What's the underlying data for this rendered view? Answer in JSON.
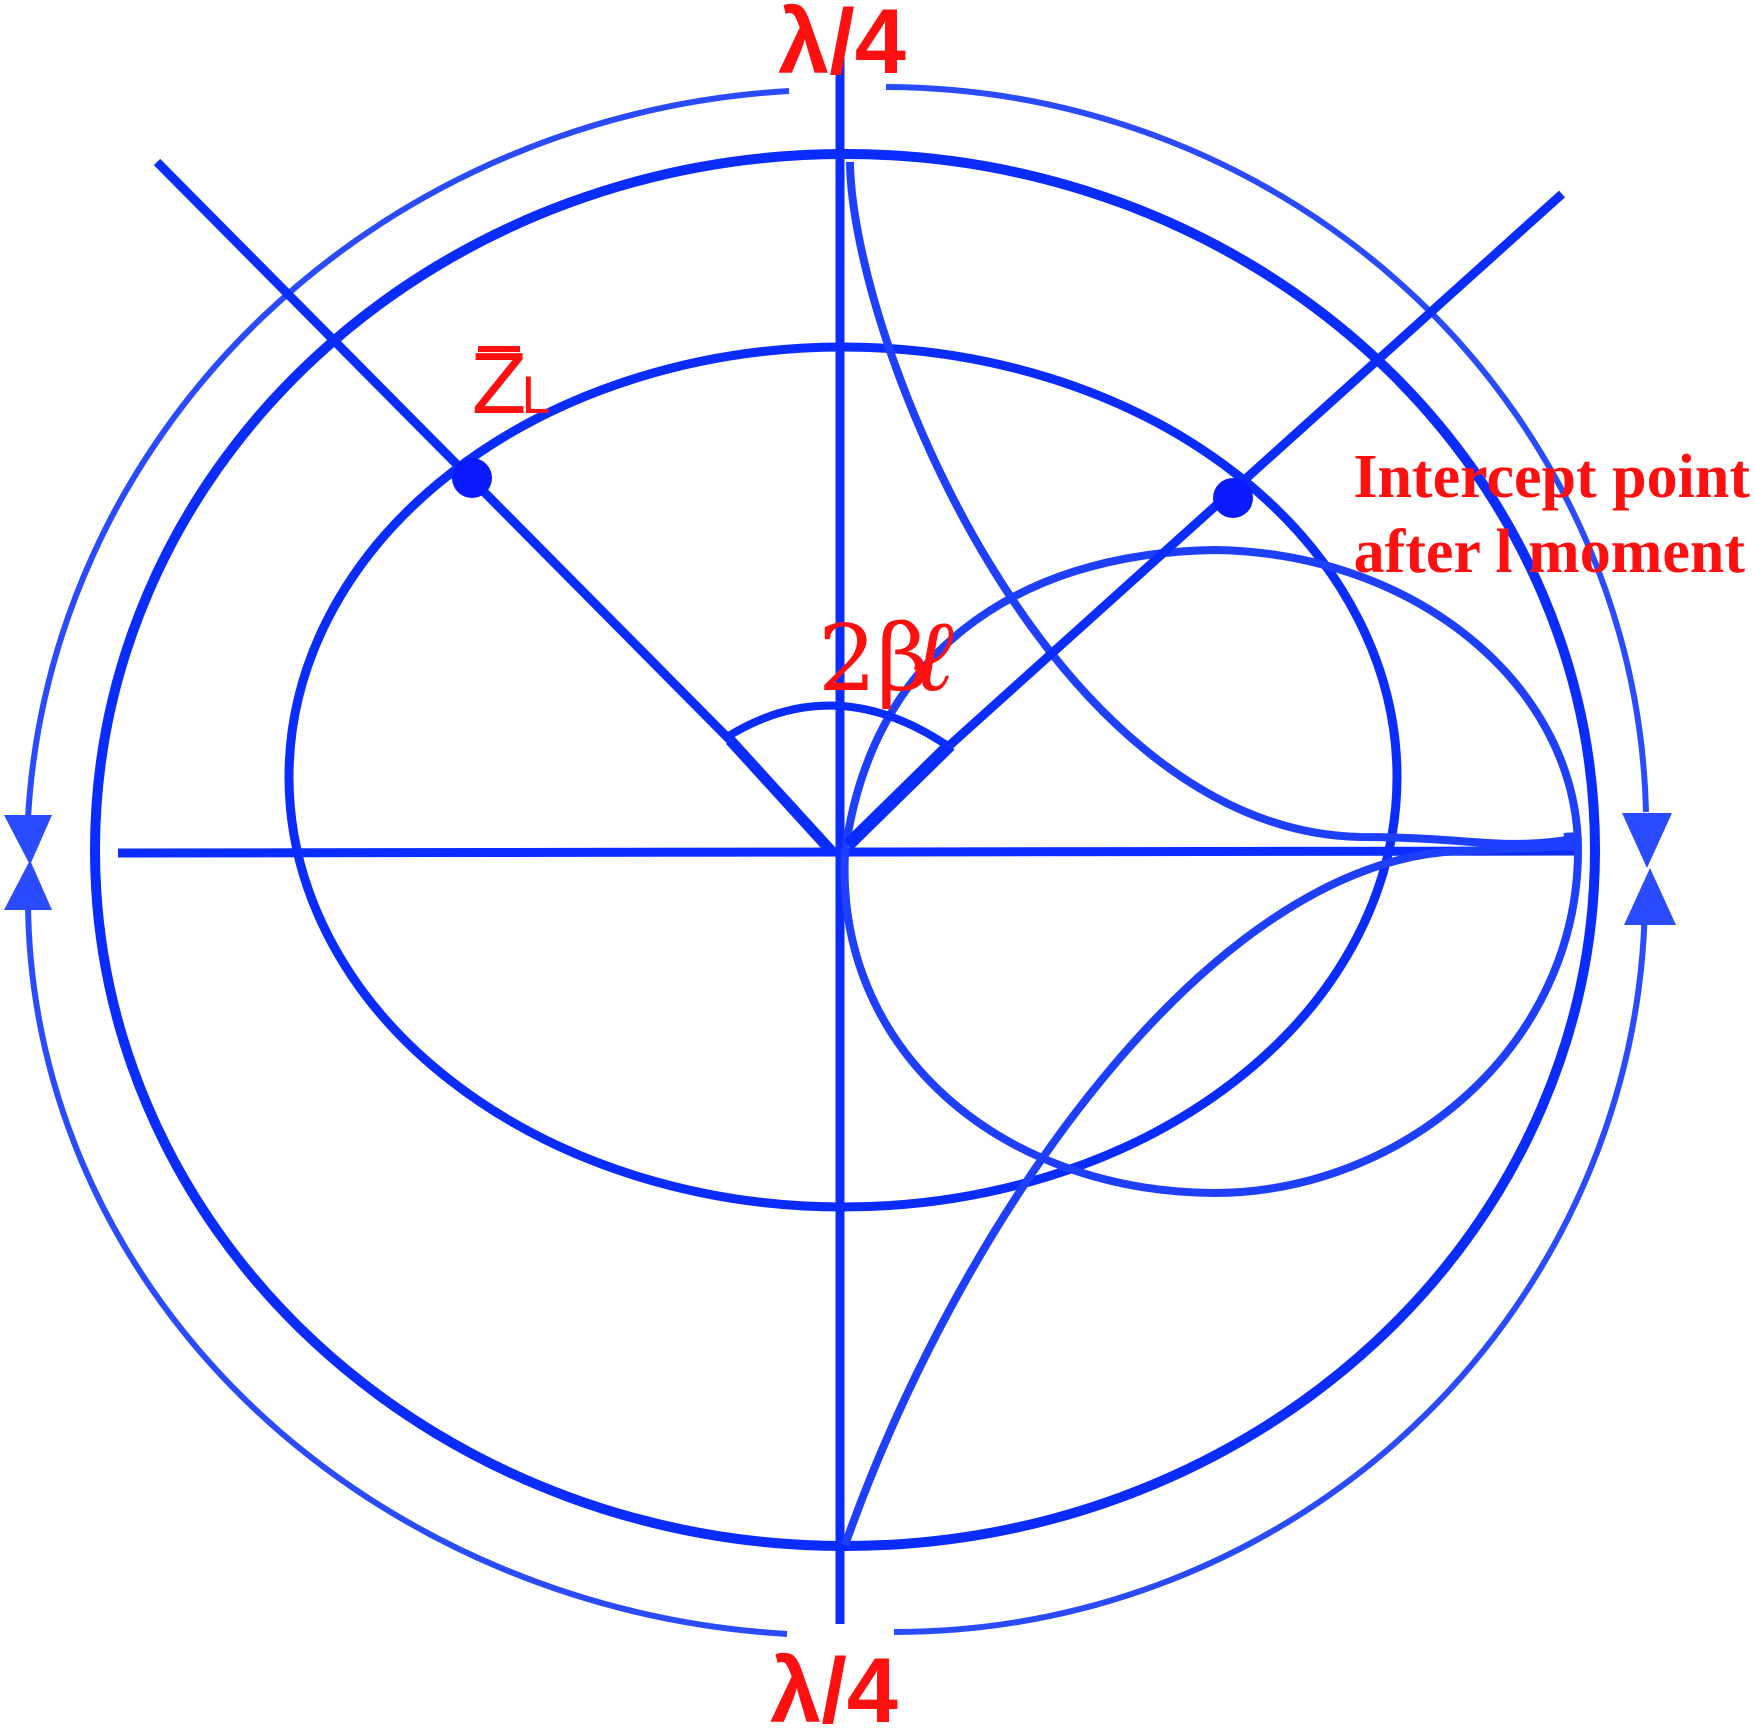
{
  "labels": {
    "top_quarter_wave": "λ/4",
    "bottom_quarter_wave": "λ/4",
    "load_impedance_letter": "Z",
    "load_impedance_subscript": "L",
    "angle_prefix": "2β",
    "angle_suffix": "ℓ",
    "intercept_line1": "Intercept point",
    "intercept_line2": "after l moment"
  },
  "colors": {
    "chart_stroke": "#0a2cff",
    "label_text": "#ff1010"
  },
  "icons": {
    "left_arrows": "arrow-heads-left-icon",
    "right_arrows": "arrow-heads-right-icon"
  }
}
